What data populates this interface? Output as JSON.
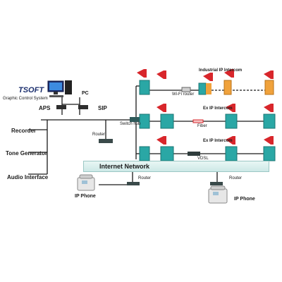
{
  "labels": {
    "brand": "TSOFT",
    "gcs": "Graphic Control System",
    "pc": "PC",
    "aps": "APS",
    "sip": "SIP",
    "recorder": "Recorder",
    "tone": "Tone Generator",
    "audio": "Audio Interface",
    "router_left": "Router",
    "switch_hub": "Switch hub",
    "industrial": "Industrial IP Intercom",
    "wifi": "Wi-Fi router",
    "ex1": "Ex IP Intercom",
    "fiber": "Fiber",
    "ex2": "Ex IP Intercom",
    "vdsl": "VDSL",
    "internet": "Internet Network",
    "router_bottom_left": "Router",
    "router_bottom_right": "Router",
    "ipphone_left": "IP Phone",
    "ipphone_right": "IP Phone"
  },
  "colors": {
    "line": "#1a1a1a",
    "intercom_teal": "#2aa7a5",
    "intercom_orange": "#f0a23c",
    "speaker_red": "#d8262b",
    "band": "#cde9e7"
  }
}
